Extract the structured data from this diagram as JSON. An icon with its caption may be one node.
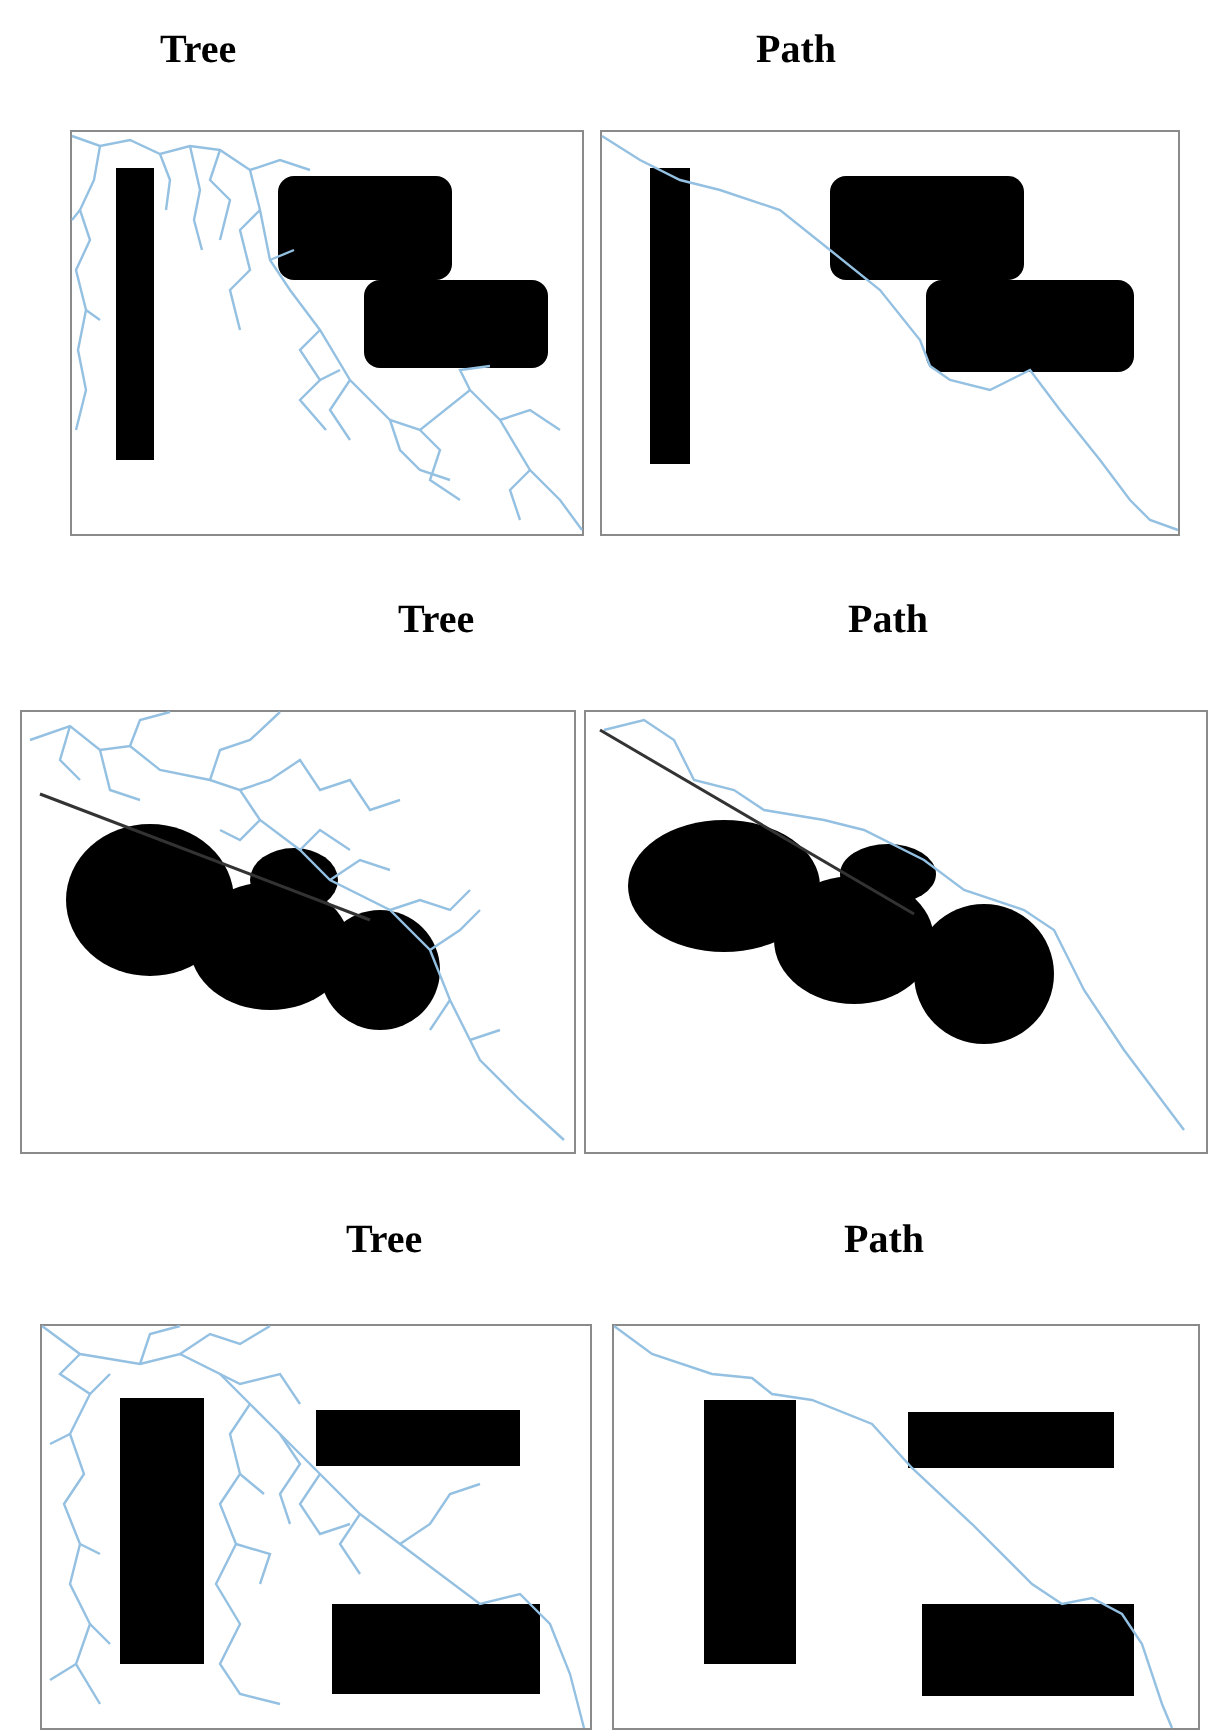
{
  "diagram": {
    "labels": [
      "Tree",
      "Path",
      "Tree",
      "Path",
      "Tree",
      "Path"
    ]
  }
}
